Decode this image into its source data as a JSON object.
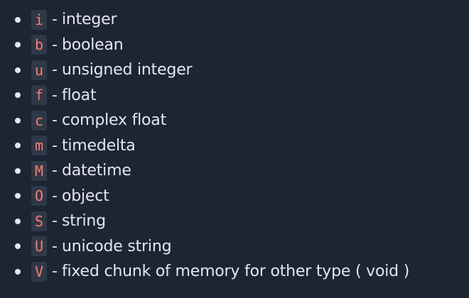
{
  "list": {
    "separator": "-",
    "items": [
      {
        "code": "i",
        "description": "integer"
      },
      {
        "code": "b",
        "description": "boolean"
      },
      {
        "code": "u",
        "description": "unsigned integer"
      },
      {
        "code": "f",
        "description": "float"
      },
      {
        "code": "c",
        "description": "complex float"
      },
      {
        "code": "m",
        "description": "timedelta"
      },
      {
        "code": "M",
        "description": "datetime"
      },
      {
        "code": "O",
        "description": "object"
      },
      {
        "code": "S",
        "description": "string"
      },
      {
        "code": "U",
        "description": "unicode string"
      },
      {
        "code": "V",
        "description": "fixed chunk of memory for other type ( void )"
      }
    ]
  },
  "colors": {
    "background": "#1d2535",
    "text": "#e4e6eb",
    "code_text": "#ff7b72",
    "code_background": "#2e3847"
  }
}
